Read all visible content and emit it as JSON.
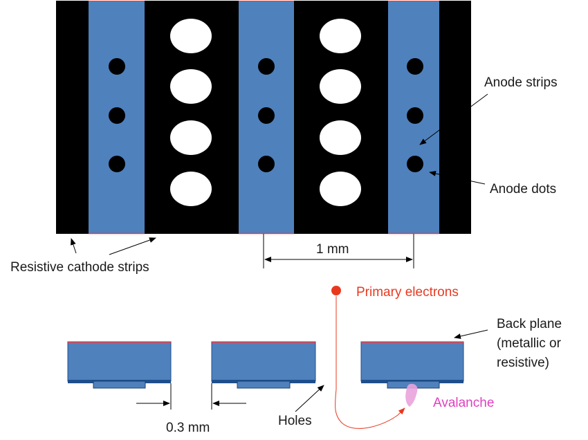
{
  "labels": {
    "anode_strips": "Anode strips",
    "anode_dots": "Anode dots",
    "resistive_cathode_strips": "Resistive cathode strips",
    "dimension_1mm": "1 mm",
    "primary_electrons": "Primary electrons",
    "back_plane_line1": "Back plane",
    "back_plane_line2": "(metallic or",
    "back_plane_line3": "resistive)",
    "holes": "Holes",
    "avalanche": "Avalanche",
    "dimension_03mm": "0.3 mm"
  },
  "colors": {
    "cathode_black": "#000000",
    "anode_blue": "#4f81bd",
    "anode_blue_dark": "#1f4e8c",
    "red_edge": "#ff0000",
    "primary_red": "#e8391f",
    "avalanche_pink": "#e040c0"
  }
}
